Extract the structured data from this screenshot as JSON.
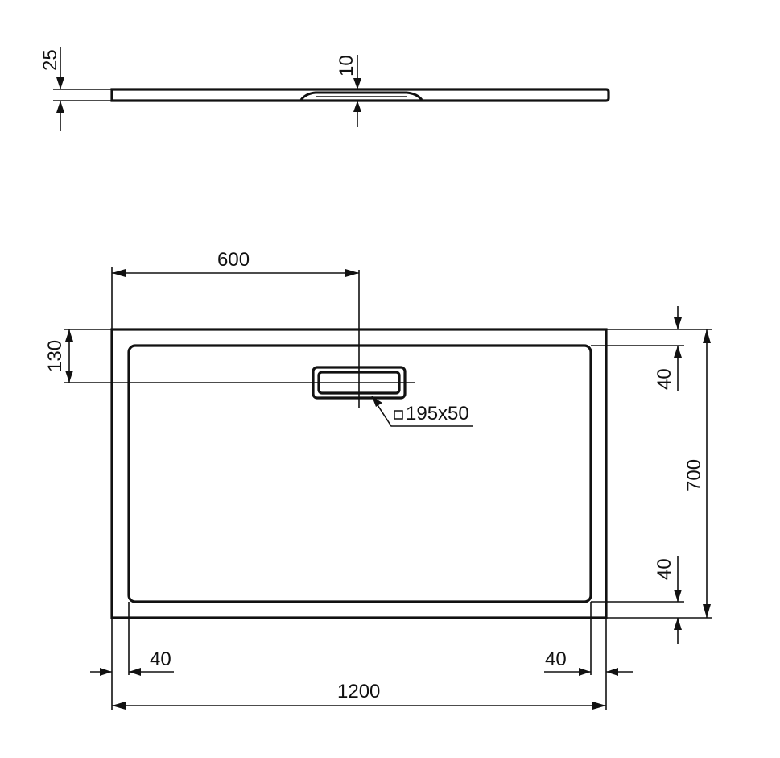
{
  "drawing": {
    "subject": "rectangular shower tray technical drawing",
    "line_color": "#111111",
    "background_color": "#ffffff"
  },
  "side_view": {
    "thickness_label": "25",
    "drain_depth_label": "10"
  },
  "plan_view": {
    "drain_offset_x_label": "600",
    "drain_offset_y_label": "130",
    "drain_size_label": "195x50",
    "drain_size_symbol": "square-icon",
    "rim_top_label": "40",
    "rim_bottom_label": "40",
    "rim_left_label": "40",
    "rim_right_label": "40",
    "depth_label": "700",
    "width_label": "1200"
  }
}
